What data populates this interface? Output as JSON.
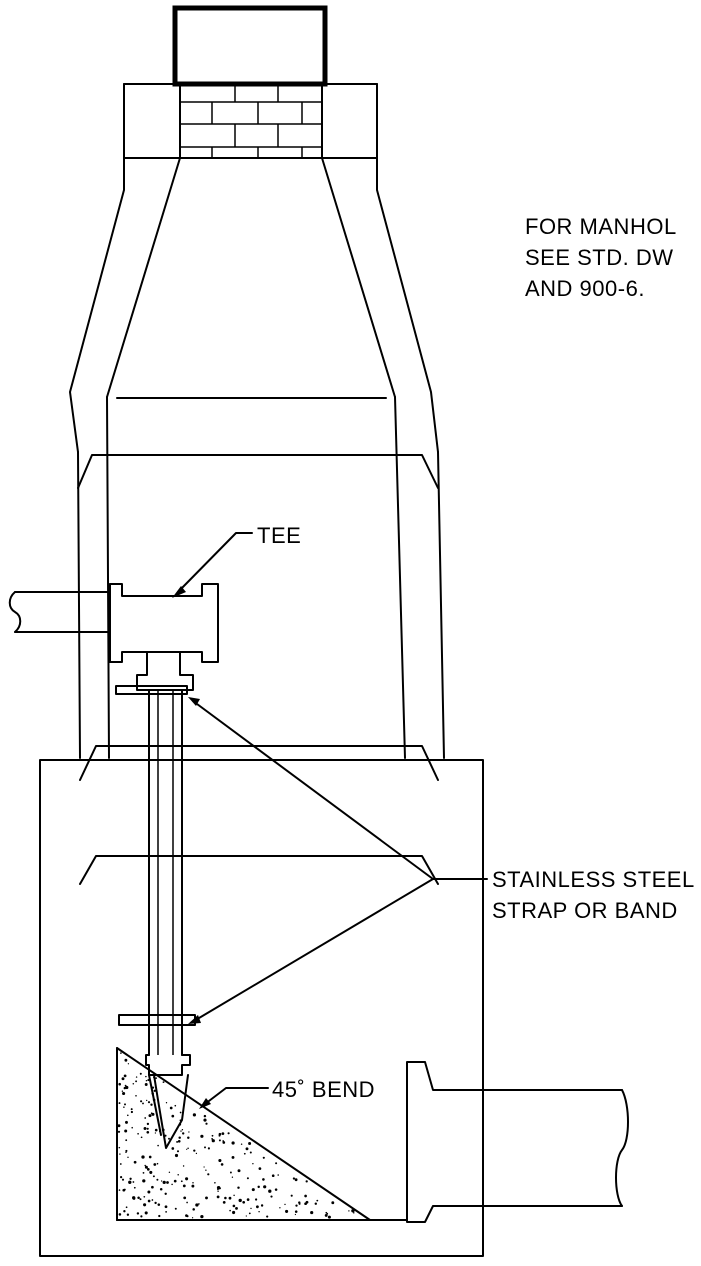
{
  "note": {
    "line1": "FOR MANHOL",
    "line2": "SEE STD. DW",
    "line3": "AND 900-6."
  },
  "labels": {
    "tee": "TEE",
    "strap_line1": "STAINLESS STEEL",
    "strap_line2": "STRAP OR BAND",
    "bend": "45˚ BEND"
  }
}
